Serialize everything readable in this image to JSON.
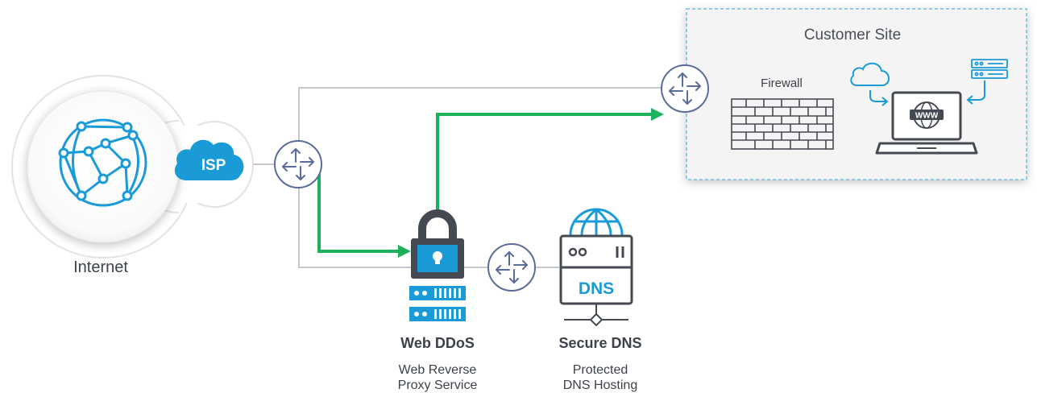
{
  "customer_site": {
    "title": "Customer Site",
    "firewall_label": "Firewall",
    "www_label": "WWW"
  },
  "internet": {
    "label": "Internet",
    "isp_label": "ISP"
  },
  "web_ddos": {
    "title": "Web DDoS",
    "subtitle_line1": "Web Reverse",
    "subtitle_line2": "Proxy Service"
  },
  "secure_dns": {
    "title": "Secure DNS",
    "subtitle_line1": "Protected",
    "subtitle_line2": "DNS Hosting",
    "badge": "DNS"
  },
  "colors": {
    "accent_blue": "#1a9bd7",
    "traffic_green": "#1bb25a",
    "router_ring": "#5b6b9a",
    "connector_gray": "#c4c7cc",
    "dark_icon": "#454a52",
    "site_border": "#5bb8dd"
  }
}
